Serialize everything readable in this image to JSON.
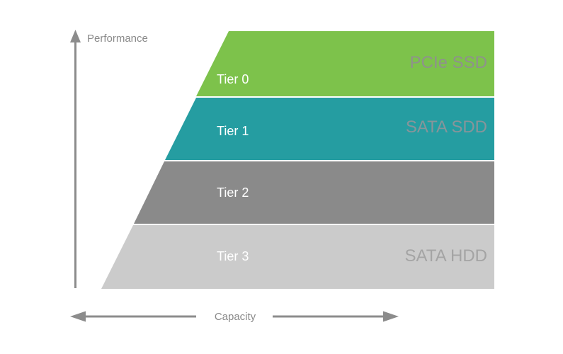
{
  "diagram": {
    "y_axis": {
      "label": "Performance"
    },
    "x_axis": {
      "label": "Capacity"
    },
    "tiers": [
      {
        "name": "Tier 0",
        "technology": "PCIe SSD",
        "color": "#7dc24b",
        "text_color": "#ffffff"
      },
      {
        "name": "Tier 1",
        "technology": "SATA SDD",
        "color": "#259da1",
        "text_color": "#ffffff"
      },
      {
        "name": "Tier 2",
        "technology": "",
        "color": "#8a8a8a",
        "text_color": "#ffffff"
      },
      {
        "name": "Tier 3",
        "technology": "SATA HDD",
        "color": "#cbcbcb",
        "text_color": "#ffffff"
      }
    ],
    "axis_color": "#8c8c8c",
    "axis_label_color": "#8a8a8a"
  }
}
